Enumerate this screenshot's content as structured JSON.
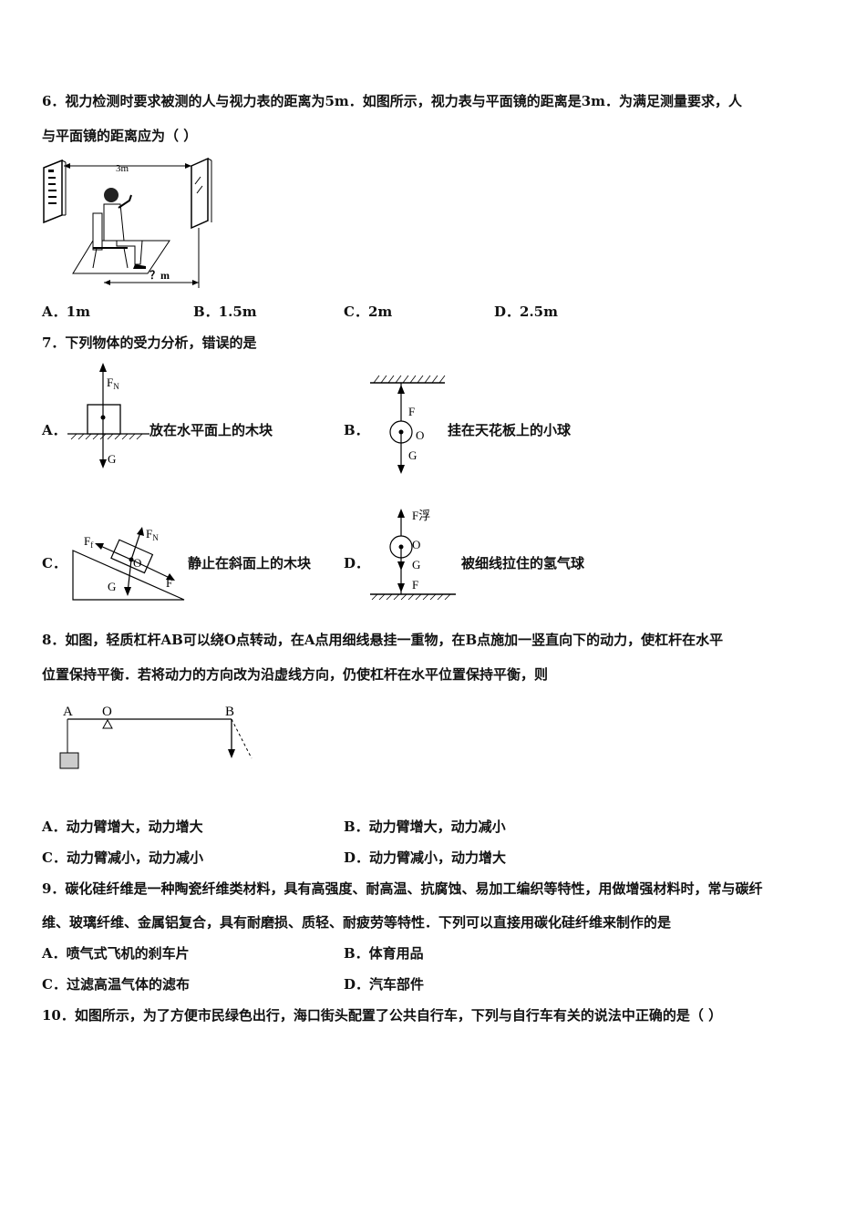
{
  "q6": {
    "line1": "6．视力检测时要求被测的人与视力表的距离为5m．如图所示，视力表与平面镜的距离是3m．为满足测量要求，人",
    "line2": "与平面镜的距离应为（ ）",
    "fig_label_top": "3m",
    "fig_label_bottom": "？m",
    "options": [
      "A．1m",
      "B．1.5m",
      "C．2m",
      "D．2.5m"
    ]
  },
  "q7": {
    "stem": "7．下列物体的受力分析，错误的是",
    "a_letter": "A．",
    "a_text": "放在水平面上的木块",
    "a_fn": "F",
    "a_fn_sub": "N",
    "a_g": "G",
    "b_letter": "B．",
    "b_text": "挂在天花板上的小球",
    "b_f": "F",
    "b_o": "O",
    "b_g": "G",
    "c_letter": "C．",
    "c_text": "静止在斜面上的木块",
    "c_ff": "F",
    "c_ff_sub": "f",
    "c_fn": "F",
    "c_fn_sub": "N",
    "c_o": "O",
    "c_g": "G",
    "c_f": "F",
    "d_letter": "D．",
    "d_text": "被细线拉住的氢气球",
    "d_ffu": "F浮",
    "d_o": "O",
    "d_g": "G",
    "d_f": "F"
  },
  "q8": {
    "line1": "8．如图，轻质杠杆AB可以绕O点转动，在A点用细线悬挂一重物，在B点施加一竖直向下的动力，使杠杆在水平",
    "line2": "位置保持平衡．若将动力的方向改为沿虚线方向，仍使杠杆在水平位置保持平衡，则",
    "label_a": "A",
    "label_o": "O",
    "label_b": "B",
    "options": [
      "A．动力臂增大，动力增大",
      "B．动力臂增大，动力减小",
      "C．动力臂减小，动力减小",
      "D．动力臂减小，动力增大"
    ]
  },
  "q9": {
    "line1": "9．碳化硅纤维是一种陶瓷纤维类材料，具有高强度、耐高温、抗腐蚀、易加工编织等特性，用做增强材料时，常与碳纤",
    "line2": "维、玻璃纤维、金属铝复合，具有耐磨损、质轻、耐疲劳等特性．下列可以直接用碳化硅纤维来制作的是",
    "options": [
      "A．喷气式飞机的刹车片",
      "B．体育用品",
      "C．过滤高温气体的滤布",
      "D．汽车部件"
    ]
  },
  "q10": {
    "line1": "10．如图所示，为了方便市民绿色出行，海口街头配置了公共自行车，下列与自行车有关的说法中正确的是（ ）"
  }
}
